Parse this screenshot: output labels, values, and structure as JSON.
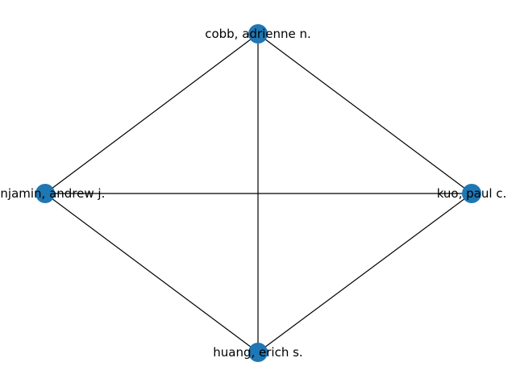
{
  "graph": {
    "node_color": "#1f77b4",
    "edge_color": "#000000",
    "nodes": [
      {
        "id": "cobb",
        "label": "cobb, adrienne n."
      },
      {
        "id": "benjamin",
        "label": "benjamin, andrew j."
      },
      {
        "id": "kuo",
        "label": "kuo, paul c."
      },
      {
        "id": "huang",
        "label": "huang, erich s."
      }
    ],
    "edges": [
      [
        "cobb",
        "benjamin"
      ],
      [
        "cobb",
        "kuo"
      ],
      [
        "cobb",
        "huang"
      ],
      [
        "benjamin",
        "kuo"
      ],
      [
        "benjamin",
        "huang"
      ],
      [
        "kuo",
        "huang"
      ]
    ]
  }
}
